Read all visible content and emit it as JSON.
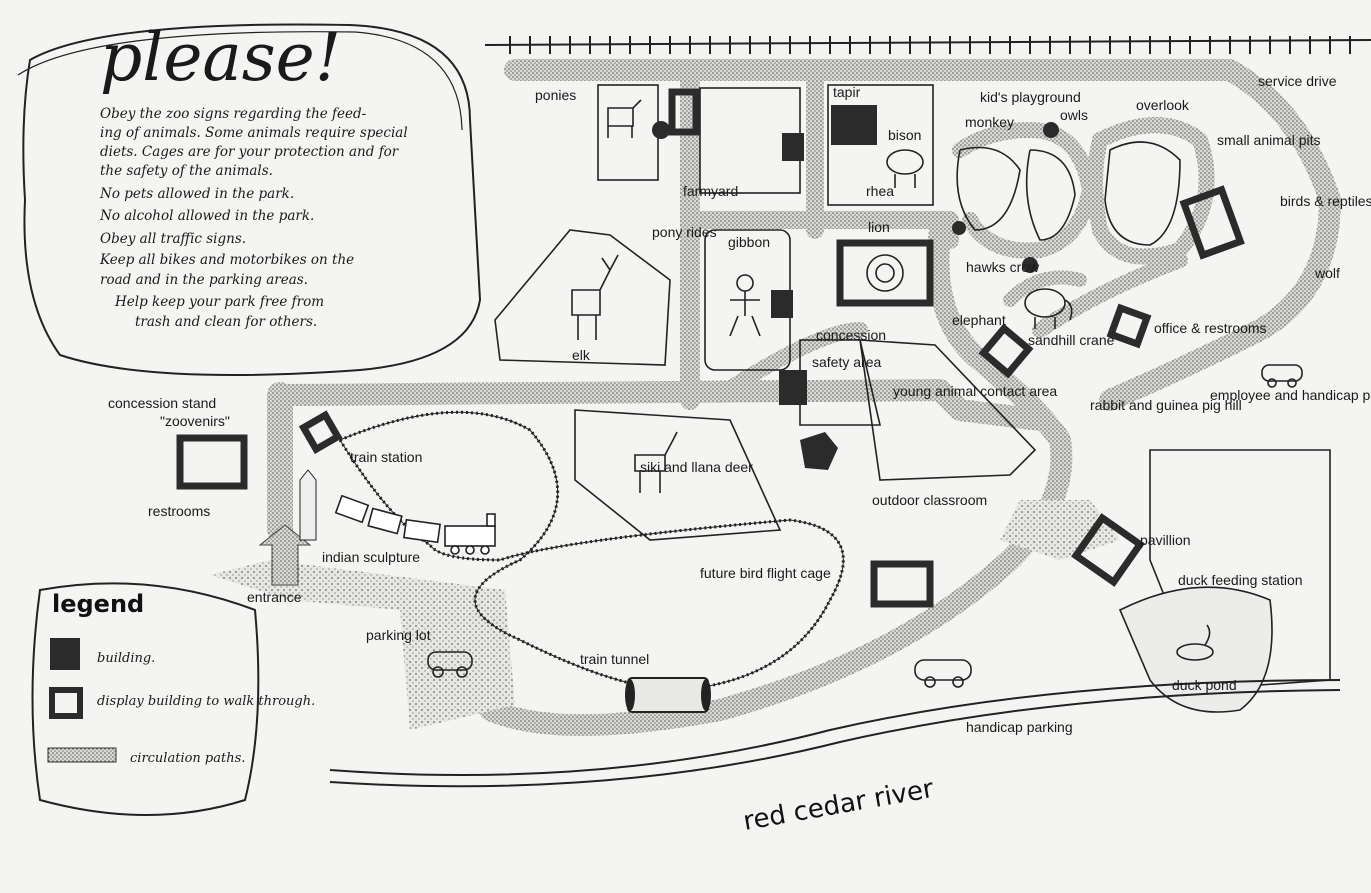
{
  "please": {
    "title": "please!",
    "lines": [
      "Obey the zoo signs regarding the feed-",
      "ing of animals. Some animals require special",
      "diets. Cages are for your protection and for",
      "the safety of the animals.",
      "No pets allowed in the park.",
      "No alcohol allowed in the park.",
      "Obey all traffic signs.",
      "Keep all bikes and motorbikes on the",
      "road and in the parking areas.",
      "Help keep your park free from",
      "trash and clean for others."
    ]
  },
  "legend": {
    "title": "legend",
    "items": [
      {
        "symbol": "building-symbol",
        "text": "building."
      },
      {
        "symbol": "display-building-symbol",
        "text": "display building to walk through."
      },
      {
        "symbol": "circulation-path-symbol",
        "text": "circulation paths."
      }
    ]
  },
  "labels": {
    "ponies": "ponies",
    "tapir": "tapir",
    "bison": "bison",
    "rhea": "rhea",
    "farmyard": "farmyard",
    "pony_rides": "pony rides",
    "gibbon": "gibbon",
    "lion": "lion",
    "elk": "elk",
    "concession": "concession",
    "kids_playground": "kid's playground",
    "monkey": "monkey",
    "owls": "owls",
    "overlook": "overlook",
    "service_drive": "service drive",
    "small_animal_pits": "small animal pits",
    "birds_reptiles": "birds & reptiles",
    "wolf": "wolf",
    "hawks_crow": "hawks crow",
    "elephant": "elephant",
    "sandhill_crane": "sandhill crane",
    "office_restrooms": "office & restrooms",
    "employee_parking": "employee and handicap parking",
    "safety_area": "safety area",
    "young_animal_contact": "young animal contact area",
    "rabbit_guinea_pig": "rabbit and guinea pig hill",
    "concession_stand": "concession stand",
    "zoovenirs": "\"zoovenirs\"",
    "restrooms": "restrooms",
    "train_station": "train station",
    "siki_deer": "siki and llana deer",
    "outdoor_classroom": "outdoor classroom",
    "indian_sculpture": "indian sculpture",
    "entrance": "entrance",
    "pavillion": "pavillion",
    "duck_feeding": "duck feeding station",
    "future_bird": "future bird flight cage",
    "parking_lot": "parking lot",
    "train_tunnel": "train tunnel",
    "duck_pond": "duck pond",
    "handicap_parking": "handicap parking",
    "river": "red cedar river"
  },
  "colors": {
    "ink": "#1a1a1a",
    "paper": "#f4f4f2",
    "path_fill": "#cfcfcb",
    "building": "#2b2b2b"
  }
}
